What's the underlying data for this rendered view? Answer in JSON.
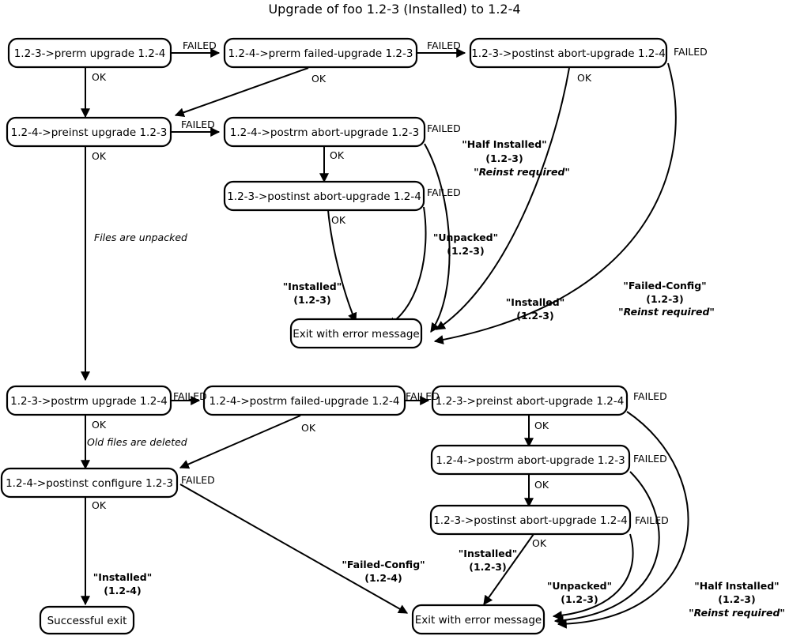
{
  "title": "Upgrade of foo 1.2-3 (Installed) to 1.2-4",
  "nodes": {
    "n1": {
      "label": "1.2-3->prerm upgrade 1.2-4"
    },
    "n2": {
      "label": "1.2-4->prerm failed-upgrade 1.2-3"
    },
    "n3": {
      "label": "1.2-3->postinst abort-upgrade 1.2-4"
    },
    "n4": {
      "label": "1.2-4->preinst upgrade 1.2-3"
    },
    "n5": {
      "label": "1.2-4->postrm abort-upgrade 1.2-3"
    },
    "n6": {
      "label": "1.2-3->postinst abort-upgrade 1.2-4"
    },
    "n7": {
      "label": "Exit with error message"
    },
    "n8": {
      "label": "1.2-3->postrm upgrade 1.2-4"
    },
    "n9": {
      "label": "1.2-4->postrm failed-upgrade 1.2-4"
    },
    "n10": {
      "label": "1.2-3->preinst abort-upgrade 1.2-4"
    },
    "n11": {
      "label": "1.2-4->postrm abort-upgrade 1.2-3"
    },
    "n12": {
      "label": "1.2-3->postinst abort-upgrade 1.2-4"
    },
    "n13": {
      "label": "1.2-4->postinst configure 1.2-3"
    },
    "n14": {
      "label": "Exit with error message"
    },
    "n15": {
      "label": "Successful exit"
    }
  },
  "edge_labels": {
    "e1_failed": "FAILED",
    "e1_ok": "OK",
    "e2_failed": "FAILED",
    "e2_ok": "OK",
    "e3_failed": "FAILED",
    "e3_ok": "OK",
    "e4_failed": "FAILED",
    "e4_ok": "OK",
    "e5_failed": "FAILED",
    "e5_ok": "OK",
    "e6_failed": "FAILED",
    "e6_ok": "OK",
    "e8_failed": "FAILED",
    "e8_ok": "OK",
    "e9_failed": "FAILED",
    "e9_ok": "OK",
    "e10_failed": "FAILED",
    "e10_ok": "OK",
    "e11_failed": "FAILED",
    "e11_ok": "OK",
    "e12_failed": "FAILED",
    "e12_ok": "OK",
    "e13_failed": "FAILED",
    "e13_ok": "OK"
  },
  "notes": {
    "files_unpacked": "Files are unpacked",
    "old_files_deleted": "Old files are deleted"
  },
  "states": {
    "half_installed_top": {
      "line1": "\"Half Installed\"",
      "line2": "(1.2-3)",
      "line3": "\"Reinst required\""
    },
    "unpacked_top": {
      "line1": "\"Unpacked\"",
      "line2": "(1.2-3)"
    },
    "installed_top_left": {
      "line1": "\"Installed\"",
      "line2": "(1.2-3)"
    },
    "installed_top_right": {
      "line1": "\"Installed\"",
      "line2": "(1.2-3)"
    },
    "failed_config_top": {
      "line1": "\"Failed-Config\"",
      "line2": "(1.2-3)",
      "line3": "\"Reinst required\""
    },
    "failed_config_bot": {
      "line1": "\"Failed-Config\"",
      "line2": "(1.2-4)"
    },
    "installed_bot": {
      "line1": "\"Installed\"",
      "line2": "(1.2-3)"
    },
    "unpacked_bot": {
      "line1": "\"Unpacked\"",
      "line2": "(1.2-3)"
    },
    "half_installed_bot": {
      "line1": "\"Half Installed\"",
      "line2": "(1.2-3)",
      "line3": "\"Reinst required\""
    },
    "installed_success": {
      "line1": "\"Installed\"",
      "line2": "(1.2-4)"
    }
  },
  "colors": {
    "background": "#ffffff",
    "stroke": "#000000",
    "text": "#000000"
  }
}
